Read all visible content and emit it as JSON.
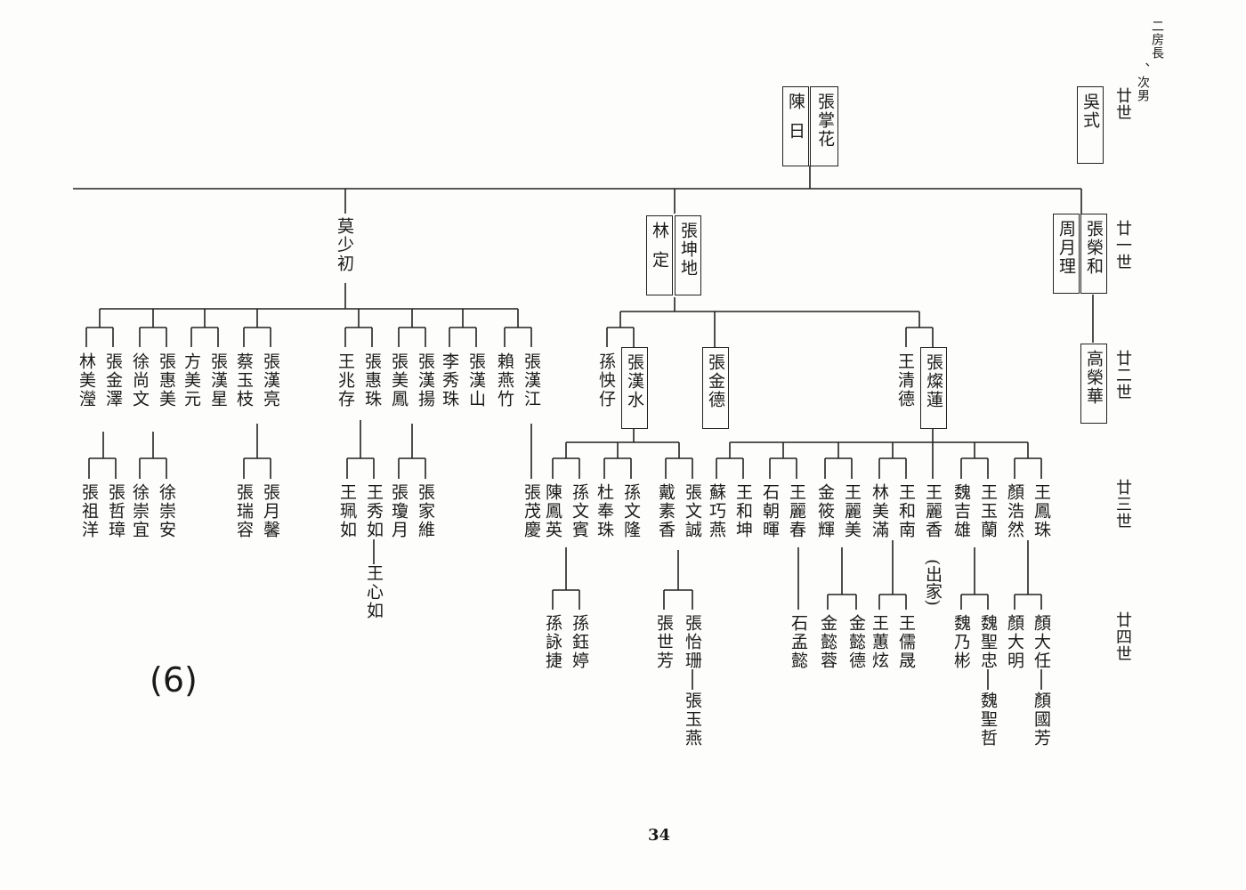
{
  "header": {
    "col1": "二房長",
    "col2": "、次男"
  },
  "generations": [
    "廿世",
    "廿一世",
    "廿二世",
    "廿三世",
    "廿四世"
  ],
  "figure_label": "(6)",
  "page_number": "34",
  "persons": {
    "g20_zhangzhanghua": "張掌花",
    "g20_chenri": "陳日",
    "g20_wushi": "吳式",
    "g21_moshaochu": "莫少初",
    "g21_zhangkundi": "張坤地",
    "g21_linding": "林定",
    "g21_zhangronghe": "張榮和",
    "g21_zhouyueli": "周月理",
    "g22_zhanghanliang": "張漢亮",
    "g22_caiyuzhi": "蔡玉枝",
    "g22_zhanghanxing": "張漢星",
    "g22_fangmeiyuan": "方美元",
    "g22_zhanghuimei": "張惠美",
    "g22_xushangwen": "徐尚文",
    "g22_zhangjinze": "張金澤",
    "g22_linmeiying": "林美瀅",
    "g22_zhanghuizhu": "張惠珠",
    "g22_wangzhaocun": "王兆存",
    "g22_zhanghanyang": "張漢揚",
    "g22_zhangmeifeng": "張美鳳",
    "g22_zhanghanshan": "張漢山",
    "g22_lixiuzhu": "李秀珠",
    "g22_zhanghanjiang": "張漢江",
    "g22_laiyanzhu": "賴燕竹",
    "g22_zhanghanshui": "張漢水",
    "g22_sunkuaizi": "孫怏仔",
    "g22_zhangjinde": "張金德",
    "g22_zhangcanlian": "張燦蓮",
    "g22_wangqingde": "王清德",
    "g22_gaoronghua": "高榮華",
    "g23_zhangzheyu": "張哲璋",
    "g23_zhangzuyang": "張祖洋",
    "g23_xuchongan": "徐崇安",
    "g23_xuchongyi": "徐崇宜",
    "g23_zhangyuexin": "張月馨",
    "g23_zhangruirong": "張瑞容",
    "g23_wangxiuru": "王秀如",
    "g23_wangpeiru": "王珮如",
    "g23_zhangjiawei": "張家維",
    "g23_zhangqiongyue": "張瓊月",
    "g23_zhangmaoqing": "張茂慶",
    "g23_sunwenbin": "孫文賓",
    "g23_chenfengying": "陳鳳英",
    "g23_sunwenlong": "孫文隆",
    "g23_dufengzhu": "杜奉珠",
    "g23_zhangwencheng": "張文誠",
    "g23_daisuxiang": "戴素香",
    "g23_wanghekun": "王和坤",
    "g23_suqiaoyan": "蘇巧燕",
    "g23_shichaohui": "石朝暉",
    "g23_wanglichun": "王麗春",
    "g23_wanglimei": "王麗美",
    "g23_jinxiaohui": "金筱輝",
    "g23_wanghenan": "王和南",
    "g23_linmeiman": "林美滿",
    "g23_wanglixiang": "王麗香",
    "g23_chujia": "(出家)",
    "g23_wangyulan": "王玉蘭",
    "g23_weijixiong": "魏吉雄",
    "g23_wangfengzhu": "王鳳珠",
    "g23_yanhaoran": "顏浩然",
    "g24_wangxinru": "王心如",
    "g24_sunyuting": "孫鈺婷",
    "g24_sunyongjie": "孫詠捷",
    "g24_zhangyishan": "張怡珊",
    "g24_zhangshifang": "張世芳",
    "g24_zhangyuyan": "張玉燕",
    "g24_shimengyi": "石孟懿",
    "g24_jinyide": "金懿德",
    "g24_jinyirong": "金懿蓉",
    "g24_wangrusheng": "王儒晟",
    "g24_wanghuixuan": "王蕙炫",
    "g24_weishengzhong": "魏聖忠",
    "g24_weinaibin": "魏乃彬",
    "g24_weishengzhe": "魏聖哲",
    "g24_yandaren": "顏大任",
    "g24_yandaming": "顏大明",
    "g24_yanguofang": "顏國芳"
  }
}
